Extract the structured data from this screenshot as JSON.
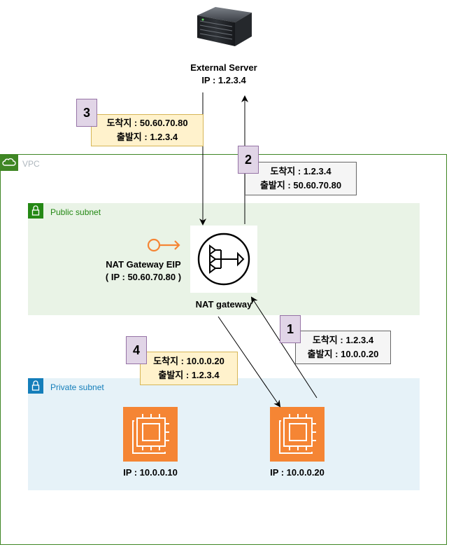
{
  "external_server": {
    "name": "External Server",
    "ip": "IP : 1.2.3.4"
  },
  "vpc": {
    "label": "VPC"
  },
  "public_subnet": {
    "label": "Public subnet"
  },
  "private_subnet": {
    "label": "Private subnet"
  },
  "nat_gateway": {
    "label": "NAT gateway",
    "eip_title": "NAT Gateway EIP",
    "eip_ip": "( IP : 50.60.70.80 )"
  },
  "instances": [
    {
      "ip": "IP : 10.0.0.10"
    },
    {
      "ip": "IP : 10.0.0.20"
    }
  ],
  "steps": [
    {
      "number": "1",
      "dest": "도착지 : 1.2.3.4",
      "src": "출발지 : 10.0.0.20"
    },
    {
      "number": "2",
      "dest": "도착지 : 1.2.3.4",
      "src": "출발지 : 50.60.70.80"
    },
    {
      "number": "3",
      "dest": "도착지 : 50.60.70.80",
      "src": "출발지 : 1.2.3.4"
    },
    {
      "number": "4",
      "dest": "도착지 : 10.0.0.20",
      "src": "출발지 : 1.2.3.4"
    }
  ],
  "colors": {
    "vpc_border": "#3f8624",
    "public_bg": "#e9f3e6",
    "private_bg": "#e6f2f8",
    "ec2": "#f58534",
    "step_number_bg": "#e1d5e7",
    "inbound_box": "#fff2cc",
    "outbound_box": "#f5f5f5"
  }
}
